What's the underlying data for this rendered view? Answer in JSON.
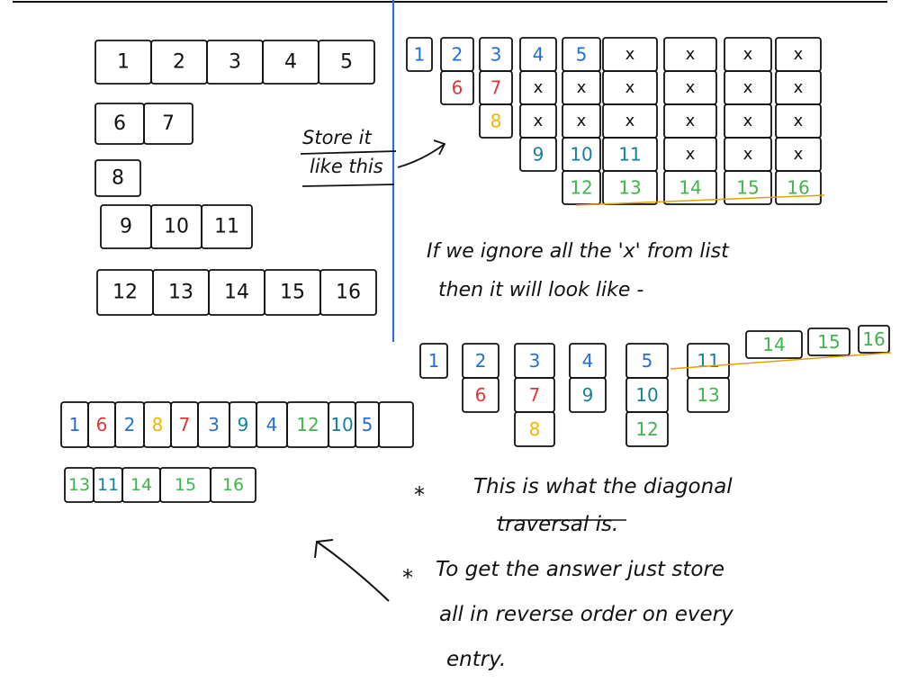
{
  "colors": {
    "ink": "#111111",
    "blue": "#1f6fd6",
    "red": "#e03535",
    "yellow": "#f2b400",
    "teal": "#14809a",
    "green": "#3fb54a",
    "divider": "#2f6fd8",
    "underline": "#e0a000"
  },
  "input_rows": [
    [
      "1",
      "2",
      "3",
      "4",
      "5"
    ],
    [
      "6",
      "7"
    ],
    [
      "8"
    ],
    [
      "9",
      "10",
      "11"
    ],
    [
      "12",
      "13",
      "14",
      "15",
      "16"
    ]
  ],
  "store_label": [
    "Store it",
    "like this"
  ],
  "grid_columns": [
    [
      {
        "t": "1",
        "c": "blue"
      }
    ],
    [
      {
        "t": "2",
        "c": "blue"
      },
      {
        "t": "6",
        "c": "red"
      }
    ],
    [
      {
        "t": "3",
        "c": "blue"
      },
      {
        "t": "7",
        "c": "red"
      },
      {
        "t": "8",
        "c": "yellow"
      }
    ],
    [
      {
        "t": "4",
        "c": "blue"
      },
      {
        "t": "x",
        "c": "ink"
      },
      {
        "t": "x",
        "c": "ink"
      },
      {
        "t": "9",
        "c": "teal"
      }
    ],
    [
      {
        "t": "5",
        "c": "blue"
      },
      {
        "t": "x",
        "c": "ink"
      },
      {
        "t": "x",
        "c": "ink"
      },
      {
        "t": "10",
        "c": "teal"
      },
      {
        "t": "12",
        "c": "green"
      }
    ],
    [
      {
        "t": "x",
        "c": "ink"
      },
      {
        "t": "x",
        "c": "ink"
      },
      {
        "t": "x",
        "c": "ink"
      },
      {
        "t": "11",
        "c": "teal"
      },
      {
        "t": "13",
        "c": "green"
      }
    ],
    [
      {
        "t": "x",
        "c": "ink"
      },
      {
        "t": "x",
        "c": "ink"
      },
      {
        "t": "x",
        "c": "ink"
      },
      {
        "t": "x",
        "c": "ink"
      },
      {
        "t": "14",
        "c": "green"
      }
    ],
    [
      {
        "t": "x",
        "c": "ink"
      },
      {
        "t": "x",
        "c": "ink"
      },
      {
        "t": "x",
        "c": "ink"
      },
      {
        "t": "x",
        "c": "ink"
      },
      {
        "t": "15",
        "c": "green"
      }
    ],
    [
      {
        "t": "x",
        "c": "ink"
      },
      {
        "t": "x",
        "c": "ink"
      },
      {
        "t": "x",
        "c": "ink"
      },
      {
        "t": "x",
        "c": "ink"
      },
      {
        "t": "16",
        "c": "green"
      }
    ]
  ],
  "note_ignore": [
    "If we ignore all the 'x' from list",
    "then it will look like -"
  ],
  "result_columns": [
    [
      {
        "t": "1",
        "c": "blue"
      }
    ],
    [
      {
        "t": "2",
        "c": "blue"
      },
      {
        "t": "6",
        "c": "red"
      }
    ],
    [
      {
        "t": "3",
        "c": "blue"
      },
      {
        "t": "7",
        "c": "red"
      },
      {
        "t": "8",
        "c": "yellow"
      }
    ],
    [
      {
        "t": "4",
        "c": "blue"
      },
      {
        "t": "9",
        "c": "teal"
      }
    ],
    [
      {
        "t": "5",
        "c": "blue"
      },
      {
        "t": "10",
        "c": "teal"
      },
      {
        "t": "12",
        "c": "green"
      }
    ],
    [
      {
        "t": "11",
        "c": "teal"
      },
      {
        "t": "13",
        "c": "green"
      }
    ],
    [
      {
        "t": "14",
        "c": "green"
      }
    ],
    [
      {
        "t": "15",
        "c": "green"
      }
    ],
    [
      {
        "t": "16",
        "c": "green"
      }
    ]
  ],
  "output_row1": [
    {
      "t": "1",
      "c": "blue"
    },
    {
      "t": "6",
      "c": "red"
    },
    {
      "t": "2",
      "c": "blue"
    },
    {
      "t": "8",
      "c": "yellow"
    },
    {
      "t": "7",
      "c": "red"
    },
    {
      "t": "3",
      "c": "blue"
    },
    {
      "t": "9",
      "c": "teal"
    },
    {
      "t": "4",
      "c": "blue"
    },
    {
      "t": "12",
      "c": "green"
    },
    {
      "t": "10",
      "c": "teal"
    },
    {
      "t": "5",
      "c": "blue"
    },
    {
      "t": "",
      "c": "ink"
    }
  ],
  "output_row2": [
    {
      "t": "13",
      "c": "green"
    },
    {
      "t": "11",
      "c": "teal"
    },
    {
      "t": "14",
      "c": "green"
    },
    {
      "t": "15",
      "c": "green"
    },
    {
      "t": "16",
      "c": "green"
    }
  ],
  "note_diagonal": [
    "This is what the diagonal",
    "traversal is."
  ],
  "note_answer": [
    "To get the answer just store",
    "all in reverse order on every",
    "entry."
  ],
  "bullet": "*"
}
